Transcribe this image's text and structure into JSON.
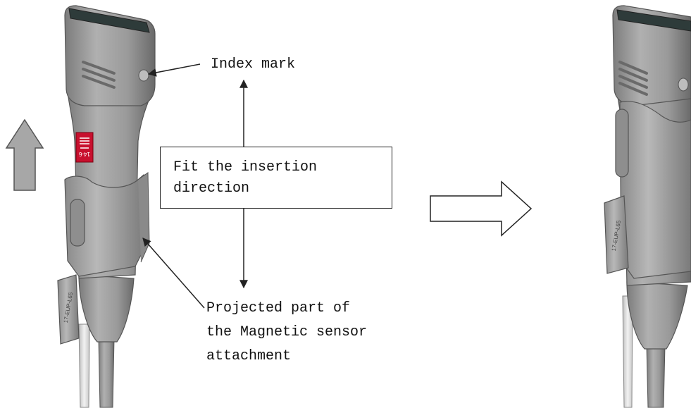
{
  "labels": {
    "index_mark": "Index mark",
    "fit_line1": "Fit the insertion",
    "fit_line2": "direction",
    "projected_line1": "Projected part of",
    "projected_line2": "the Magnetic sensor",
    "projected_line3": "attachment"
  },
  "probe_markings": {
    "handle_label": "14-6",
    "sensor_label": "17-EUP-L65"
  },
  "colors": {
    "probe_body": "#9a9a9a",
    "probe_shadow": "#6e6e6e",
    "probe_highlight": "#c4c4c4",
    "cable": "#e2e2e2",
    "label_red": "#c8102e",
    "up_arrow": "#a7a7a7",
    "line": "#222222"
  }
}
